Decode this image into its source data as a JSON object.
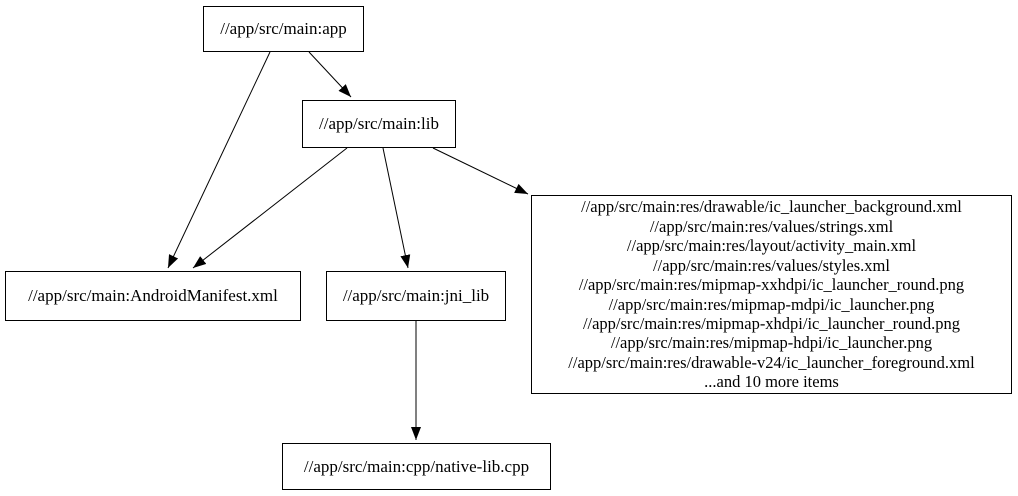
{
  "diagram": {
    "type": "dependency-graph",
    "background_color": "#ffffff",
    "node_border_color": "#000000",
    "edge_color": "#000000",
    "text_color": "#000000",
    "nodes": {
      "app": {
        "label": "//app/src/main:app"
      },
      "lib": {
        "label": "//app/src/main:lib"
      },
      "android_manifest": {
        "label": "//app/src/main:AndroidManifest.xml"
      },
      "jni_lib": {
        "label": "//app/src/main:jni_lib"
      },
      "native_cpp": {
        "label": "//app/src/main:cpp/native-lib.cpp"
      },
      "resources": {
        "lines": [
          "//app/src/main:res/drawable/ic_launcher_background.xml",
          "//app/src/main:res/values/strings.xml",
          "//app/src/main:res/layout/activity_main.xml",
          "//app/src/main:res/values/styles.xml",
          "//app/src/main:res/mipmap-xxhdpi/ic_launcher_round.png",
          "//app/src/main:res/mipmap-mdpi/ic_launcher.png",
          "//app/src/main:res/mipmap-xhdpi/ic_launcher_round.png",
          "//app/src/main:res/mipmap-hdpi/ic_launcher.png",
          "//app/src/main:res/drawable-v24/ic_launcher_foreground.xml",
          "...and 10 more items"
        ]
      }
    },
    "edges": [
      {
        "from": "app",
        "to": "lib"
      },
      {
        "from": "app",
        "to": "android_manifest"
      },
      {
        "from": "lib",
        "to": "android_manifest"
      },
      {
        "from": "lib",
        "to": "jni_lib"
      },
      {
        "from": "lib",
        "to": "resources"
      },
      {
        "from": "jni_lib",
        "to": "native_cpp"
      }
    ]
  }
}
